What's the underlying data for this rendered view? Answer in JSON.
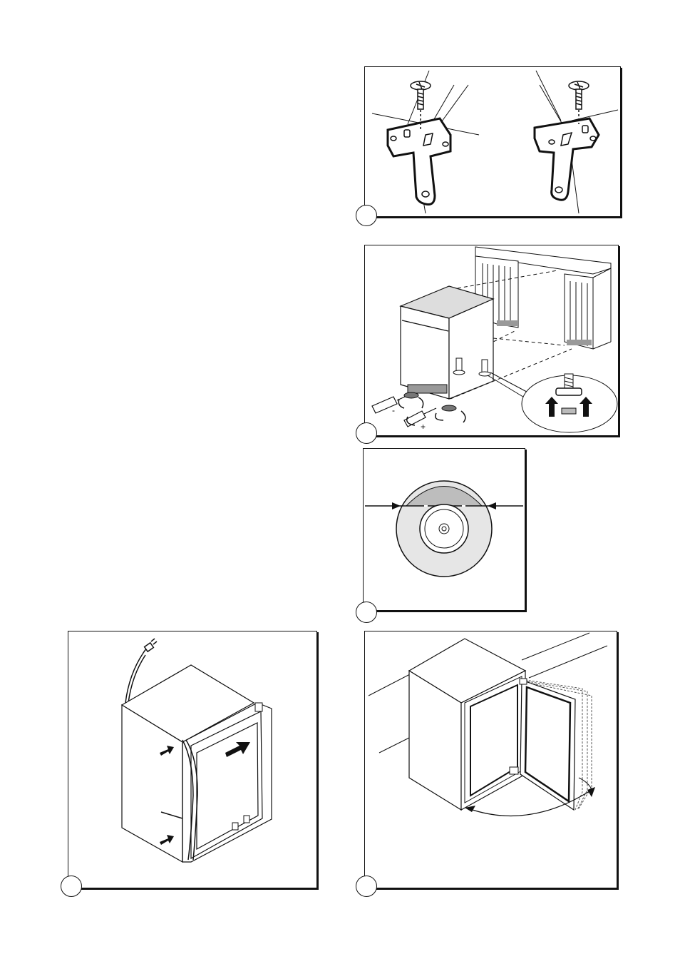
{
  "figures": [
    {
      "id": "fig-mounting-brackets",
      "number": ""
    },
    {
      "id": "fig-appliance-insertion",
      "number": ""
    },
    {
      "id": "fig-foot-disc-detail",
      "number": ""
    },
    {
      "id": "fig-door-seal-fitting",
      "number": ""
    },
    {
      "id": "fig-door-opening",
      "number": ""
    }
  ],
  "labels": {
    "minus": "-",
    "plus": "+"
  }
}
